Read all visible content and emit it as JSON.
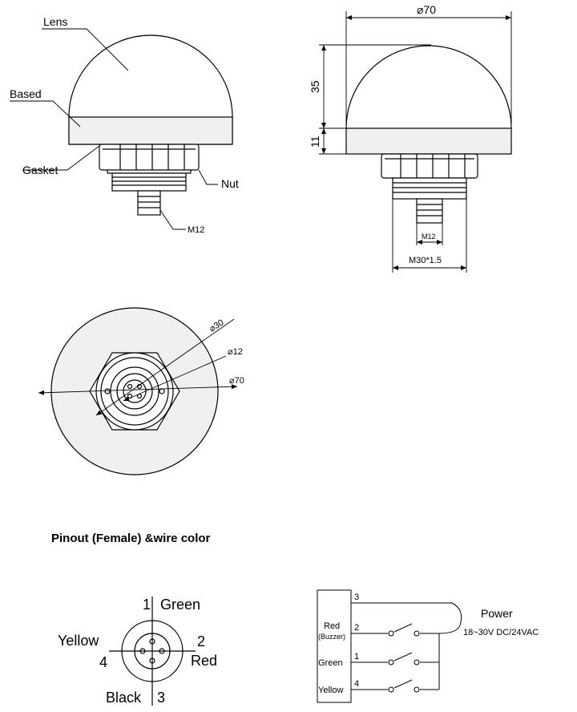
{
  "side_view": {
    "lens": "Lens",
    "based": "Based",
    "gasket": "Gasket",
    "nut": "Nut",
    "m12": "M12"
  },
  "front_view": {
    "diameter": "⌀70",
    "height_dome": "35",
    "height_base": "11",
    "m12": "M12",
    "thread": "M30*1.5"
  },
  "bottom_view": {
    "d30": "⌀30",
    "d12": "⌀12",
    "d70": "⌀70"
  },
  "pinout": {
    "title": "Pinout   (Female) &wire color",
    "pin1_num": "1",
    "pin1_color": "Green",
    "pin2_num": "2",
    "pin2_color": "Red",
    "pin3_num": "3",
    "pin3_color": "Black",
    "pin4_num": "4",
    "pin4_color": "Yellow"
  },
  "wiring": {
    "n3": "3",
    "n2": "2",
    "n1": "1",
    "n4": "4",
    "red": "Red",
    "buzzer": "(Buzzer)",
    "green": "Green",
    "yellow": "Yellow",
    "power": "Power",
    "supply": "18~30V DC/24VAC"
  }
}
